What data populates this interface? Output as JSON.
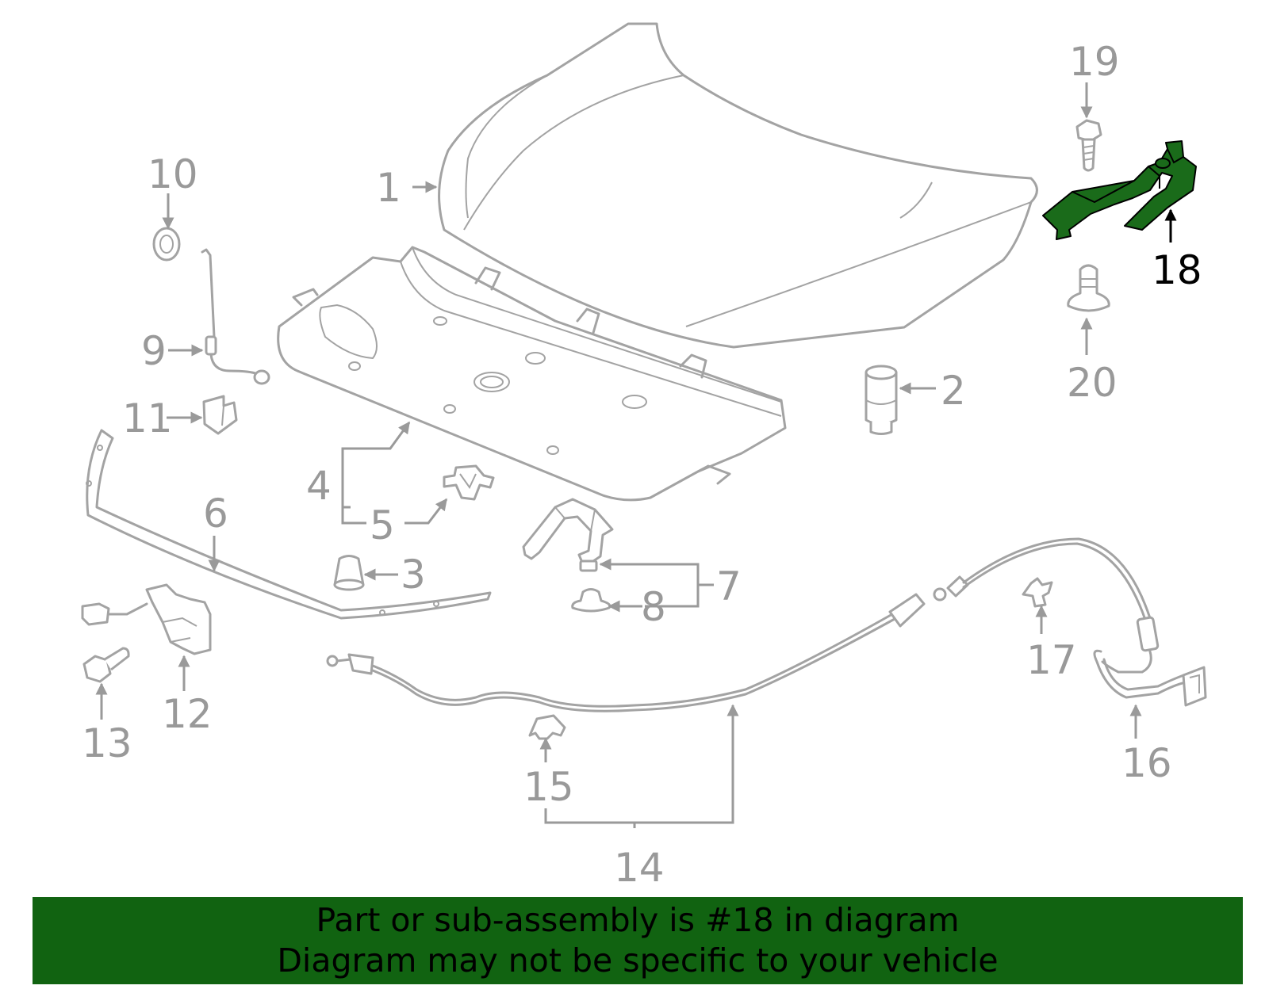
{
  "colors": {
    "part_stroke": "#a3a3a3",
    "label_gray": "#999999",
    "highlight_fill": "#1a6b1a",
    "highlight_label": "#000000",
    "banner_bg": "#116311",
    "banner_text": "#000000"
  },
  "callouts": {
    "c1": "1",
    "c2": "2",
    "c3": "3",
    "c4": "4",
    "c5": "5",
    "c6": "6",
    "c7": "7",
    "c8": "8",
    "c9": "9",
    "c10": "10",
    "c11": "11",
    "c12": "12",
    "c13": "13",
    "c14": "14",
    "c15": "15",
    "c16": "16",
    "c17": "17",
    "c18": "18",
    "c19": "19",
    "c20": "20"
  },
  "highlighted_part": "18",
  "banner": {
    "line1": "Part or sub-assembly is #18 in diagram",
    "line2": "Diagram may not be specific to your vehicle"
  }
}
